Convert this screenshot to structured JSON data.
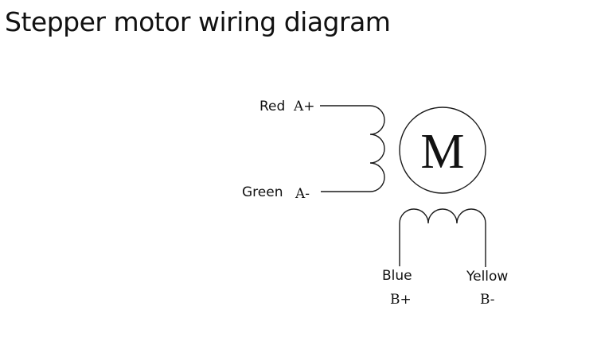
{
  "title": "Stepper motor wiring diagram",
  "motor": {
    "letter": "M"
  },
  "coil_a": {
    "top": {
      "color_name": "Red",
      "pin": "A+"
    },
    "bottom": {
      "color_name": "Green",
      "pin": "A-"
    }
  },
  "coil_b": {
    "left": {
      "color_name": "Blue",
      "pin": "B+"
    },
    "right": {
      "color_name": "Yellow",
      "pin": "B-"
    }
  },
  "colors": {
    "ink": "#111111",
    "background": "#ffffff"
  }
}
